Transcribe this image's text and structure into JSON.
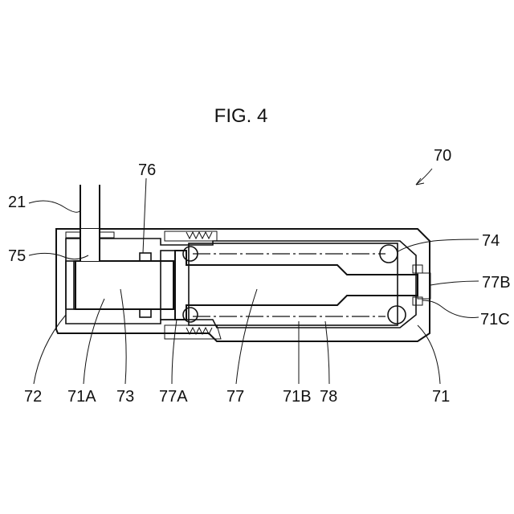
{
  "figure": {
    "title": "FIG. 4",
    "labels": {
      "assembly": "70",
      "pipe": "21",
      "port": "75",
      "pin": "76",
      "seal_right": "74",
      "rod_end": "77B",
      "bore_step": "71C",
      "cap": "72",
      "bore_left": "71A",
      "piston": "73",
      "flange": "77A",
      "rod": "77",
      "bore_right": "71B",
      "chamber": "78",
      "housing": "71"
    }
  }
}
